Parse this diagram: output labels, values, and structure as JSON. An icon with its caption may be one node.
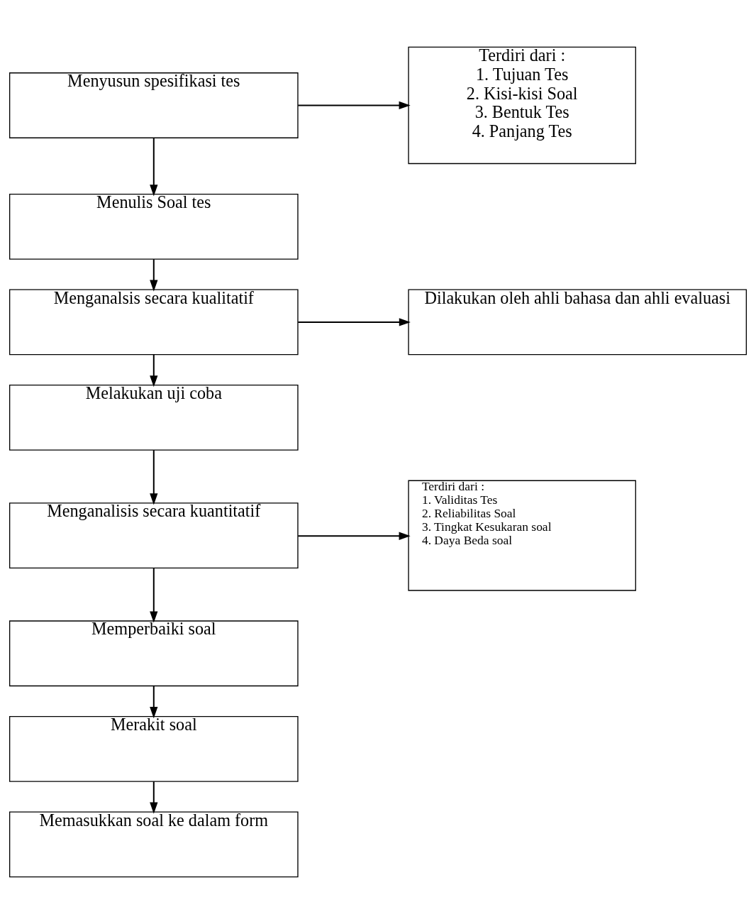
{
  "diagram": {
    "nodes": [
      {
        "text": [
          "Menyusun spesifikasi tes"
        ]
      },
      {
        "text": [
          "Terdiri dari :",
          "1. Tujuan Tes",
          "2. Kisi-kisi Soal",
          "3. Bentuk Tes",
          "4. Panjang Tes"
        ]
      },
      {
        "text": [
          "Menulis Soal tes"
        ]
      },
      {
        "text": [
          "Menganalsis secara kualitatif"
        ]
      },
      {
        "text": [
          "Dilakukan oleh ahli bahasa dan ahli evaluasi"
        ]
      },
      {
        "text": [
          "Melakukan uji coba"
        ]
      },
      {
        "text": [
          "Menganalisis secara kuantitatif"
        ]
      },
      {
        "text": [
          "Terdiri dari :",
          "1. Validitas Tes",
          "2. Reliabilitas Soal",
          "3. Tingkat Kesukaran soal",
          "4. Daya Beda soal"
        ]
      },
      {
        "text": [
          "Memperbaiki soal"
        ]
      },
      {
        "text": [
          "Merakit soal"
        ]
      },
      {
        "text": [
          "Memasukkan soal ke dalam form"
        ]
      }
    ],
    "edges": [
      {
        "from": 0,
        "to": 1,
        "arrow": "to"
      },
      {
        "from": 0,
        "to": 2,
        "arrow": "to"
      },
      {
        "from": 2,
        "to": 3,
        "arrow": "to"
      },
      {
        "from": 3,
        "to": 4,
        "arrow": "to"
      },
      {
        "from": 3,
        "to": 5,
        "arrow": "to"
      },
      {
        "from": 5,
        "to": 6,
        "arrow": "to"
      },
      {
        "from": 6,
        "to": 7,
        "arrow": "to"
      },
      {
        "from": 6,
        "to": 8,
        "arrow": "to"
      },
      {
        "from": 8,
        "to": 9,
        "arrow": "to"
      },
      {
        "from": 9,
        "to": 10,
        "arrow": "to"
      }
    ]
  }
}
